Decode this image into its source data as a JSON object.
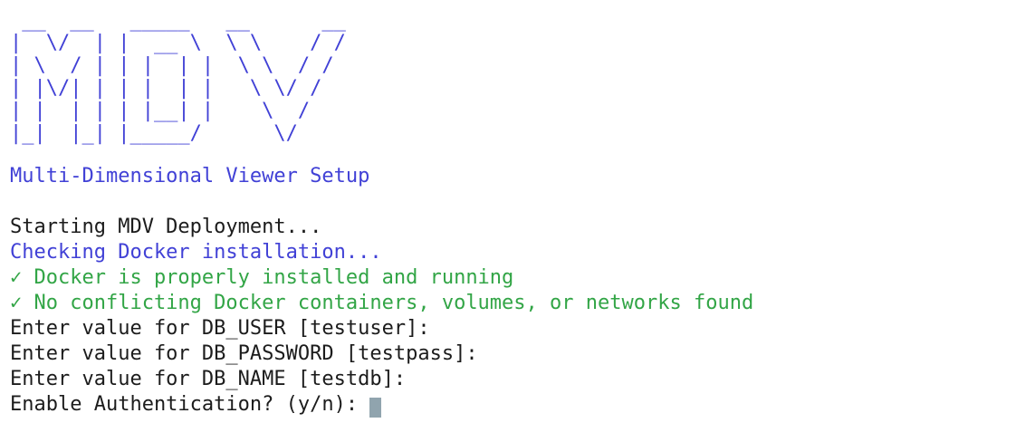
{
  "terminal": {
    "ascii_banner": [
      " __  __   _____   __      __",
      "|  \\/  | |  __ \\  \\ \\    / /",
      "| \\  / | | |  | |  \\ \\  / / ",
      "| |\\/| | | |  | |   \\ \\/ /  ",
      "| |  | | | |__| |    \\  /   ",
      "|_|  |_| |_____/      \\/    "
    ],
    "subtitle": "Multi-Dimensional Viewer Setup",
    "lines": [
      {
        "name": "status-starting-deployment",
        "text": "Starting MDV Deployment...",
        "color": "black"
      },
      {
        "name": "status-checking-docker",
        "text": "Checking Docker installation...",
        "color": "blue"
      },
      {
        "name": "check-docker-installed",
        "text": "✓ Docker is properly installed and running",
        "color": "green"
      },
      {
        "name": "check-no-conflicts",
        "text": "✓ No conflicting Docker containers, volumes, or networks found",
        "color": "green"
      },
      {
        "name": "prompt-db-user",
        "text": "Enter value for DB_USER [testuser]:",
        "color": "black"
      },
      {
        "name": "prompt-db-password",
        "text": "Enter value for DB_PASSWORD [testpass]:",
        "color": "black"
      },
      {
        "name": "prompt-db-name",
        "text": "Enter value for DB_NAME [testdb]:",
        "color": "black"
      },
      {
        "name": "prompt-enable-auth",
        "text": "Enable Authentication? (y/n): ",
        "color": "black",
        "cursor": true
      }
    ],
    "colors": {
      "blue": "#4141d6",
      "green": "#32a546",
      "black": "#1c1c1c",
      "cursor_block": "#90a4ae",
      "background": "#ffffff"
    }
  }
}
